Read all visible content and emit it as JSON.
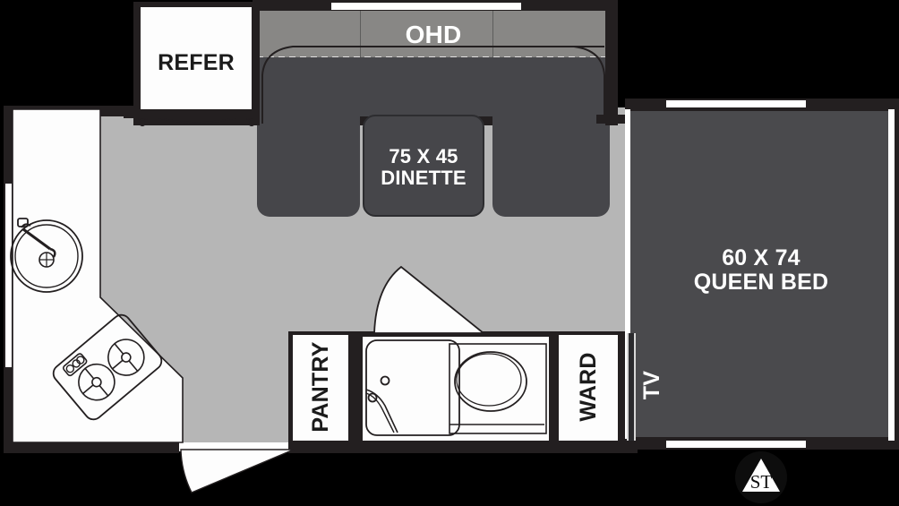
{
  "document": {
    "type": "rv-travel-trailer-floorplan",
    "orientation": "top-down"
  },
  "labels": {
    "refrigerator": "REFER",
    "overhead_cabinet": "OHD",
    "dinette_size": "75 X 45",
    "dinette_name": "DINETTE",
    "bed_size": "60 X 74",
    "bed_name": "QUEEN BED",
    "pantry": "PANTRY",
    "wardrobe": "WARD",
    "television": "TV"
  },
  "logo": {
    "text": "ST",
    "shape": "triangle-in-circle"
  },
  "colors": {
    "exterior": "#000000",
    "wall": "#231f20",
    "floor": "#b6b6b6",
    "cabinet_white": "#fdfdfd",
    "overhead_gray": "#888785",
    "seat_dark": "#46464a",
    "bed_dark": "#4a4a4d",
    "window": "#ffffff"
  },
  "fixtures": [
    {
      "name": "refrigerator",
      "label": "REFER"
    },
    {
      "name": "overhead-cabinet",
      "label": "OHD"
    },
    {
      "name": "dinette",
      "label": "75 X 45 DINETTE"
    },
    {
      "name": "queen-bed",
      "label": "60 X 74 QUEEN BED"
    },
    {
      "name": "pantry",
      "label": "PANTRY"
    },
    {
      "name": "wardrobe",
      "label": "WARD"
    },
    {
      "name": "tv",
      "label": "TV"
    },
    {
      "name": "kitchen-sink",
      "label": ""
    },
    {
      "name": "cooktop",
      "label": ""
    },
    {
      "name": "toilet",
      "label": ""
    },
    {
      "name": "shower",
      "label": ""
    },
    {
      "name": "entry-door",
      "label": ""
    },
    {
      "name": "bathroom-door",
      "label": ""
    }
  ]
}
